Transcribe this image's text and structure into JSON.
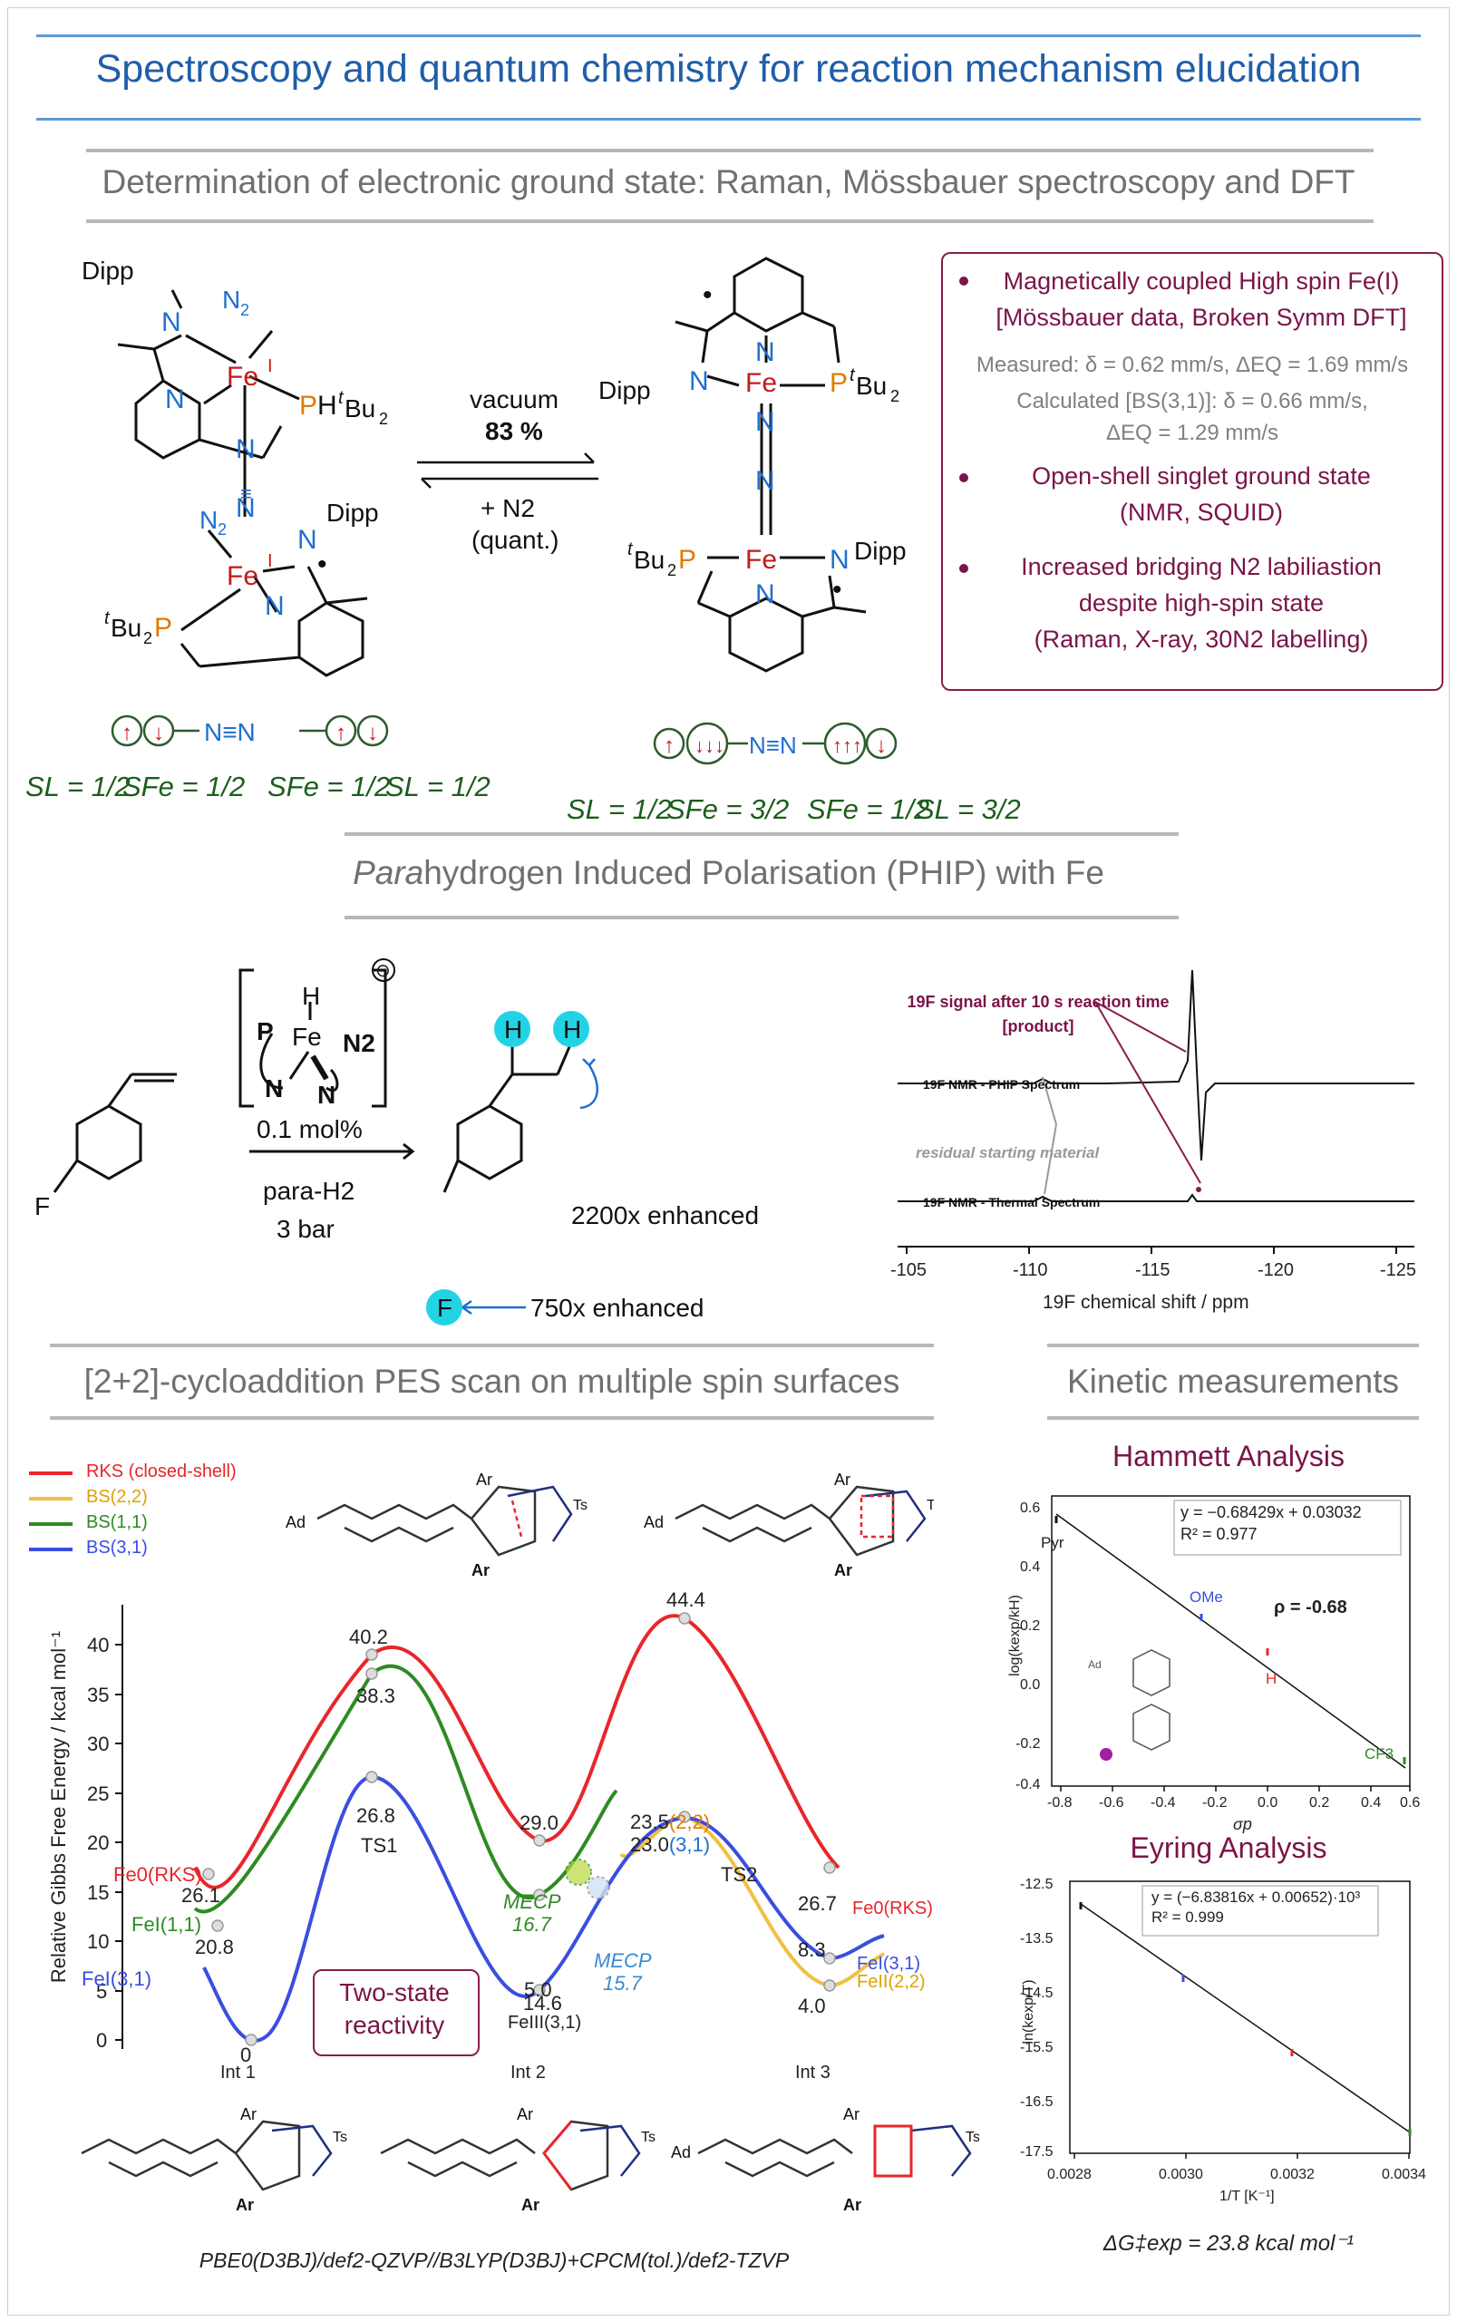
{
  "title": "Spectroscopy and quantum chemistry for reaction mechanism elucidation",
  "section1": {
    "heading": "Determination of electronic ground state: Raman, Mössbauer spectroscopy and DFT",
    "dimer_left": {
      "atoms": [
        "Dipp",
        "N",
        "N2",
        "Fe",
        "I",
        "N",
        "PH",
        "t",
        "Bu2",
        "N",
        "N",
        "N2",
        "Dipp",
        "N",
        "Fe",
        "I",
        "tBu2P",
        "N"
      ],
      "spin_labels": [
        "SL = 1/2",
        "SFe = 1/2",
        "SFe = 1/2",
        "SL = 1/2"
      ]
    },
    "arrow_top": "vacuum",
    "arrow_yield": "83 %",
    "arrow_bottom_1": "+ N2",
    "arrow_bottom_2": "(quant.)",
    "dimer_right": {
      "atoms": [
        "Dipp",
        "N",
        "Fe",
        "PtBu2",
        "N",
        "N",
        "tBu2P",
        "Fe",
        "N",
        "Dipp",
        "N",
        "N"
      ],
      "spin_labels": [
        "SL = 1/2",
        "SFe = 3/2",
        "SFe = 1/2",
        "SL = 3/2"
      ]
    },
    "box": {
      "bullet1_line1": "Magnetically coupled High spin Fe(I)",
      "bullet1_line2": "[Mössbauer data, Broken Symm DFT]",
      "measured": "Measured: δ = 0.62 mm/s, ΔEQ = 1.69 mm/s",
      "calculated_1": "Calculated [BS(3,1)]: δ = 0.66 mm/s,",
      "calculated_2": "ΔEQ = 1.29 mm/s",
      "bullet2_line1": "Open-shell singlet ground state",
      "bullet2_line2": "(NMR, SQUID)",
      "bullet3_line1": "Increased bridging N2 labiliastion",
      "bullet3_line2": "despite high-spin state",
      "bullet3_line3": "(Raman, X-ray, 30N2 labelling)"
    }
  },
  "section2": {
    "heading_italic": "Para",
    "heading_rest": "hydrogen Induced Polarisation (PHIP) with Fe",
    "catalyst_atoms": [
      "H",
      "P",
      "Fe",
      "N2",
      "N",
      "N"
    ],
    "charge": "⊖",
    "substrate_F": "F",
    "loading": "0.1 mol%",
    "cond1": "para-H2",
    "cond2": "3 bar",
    "product_H1": "H",
    "product_H2": "H",
    "product_F": "F",
    "enh1": "2200x enhanced",
    "enh2": "750x enhanced",
    "nmr": {
      "annotation1": "19F signal after 10 s reaction time",
      "annotation2": "[product]",
      "trace1": "19F NMR - PHIP Spectrum",
      "residual": "residual starting material",
      "trace2": "19F NMR - Thermal Spectrum",
      "ticks": [
        "-105",
        "-110",
        "-115",
        "-120",
        "-125"
      ],
      "xlabel": "19F chemical shift / ppm"
    }
  },
  "section3": {
    "heading": "[2+2]-cycloaddition PES scan on multiple spin surfaces",
    "legend": [
      "RKS (closed-shell)",
      "BS(2,2)",
      "BS(1,1)",
      "BS(3,1)"
    ],
    "legend_colors": [
      "#e8262b",
      "#f0c040",
      "#2e8b22",
      "#3a4ee0"
    ],
    "ylabel": "Relative Gibbs Free Energy / kcal mol⁻¹",
    "yticks": [
      "0",
      "5",
      "10",
      "15",
      "20",
      "25",
      "30",
      "35",
      "40"
    ],
    "values": {
      "v401": "40.2",
      "v383": "38.3",
      "v290": "29.0",
      "v444": "44.4",
      "v261": "26.1",
      "v208": "20.8",
      "v268": "26.8",
      "v235": "23.5",
      "v235b": "(2,2)",
      "v230": "23.0",
      "v230b": "(3,1)",
      "v267": "26.7",
      "v146": "14.6",
      "v83": "8.3",
      "v40": "4.0",
      "v50": "5.0",
      "v0": "0"
    },
    "labels": {
      "fe0_left": "Fe0(RKS)",
      "fe1_11": "FeI(1,1)",
      "fe1_31": "FeI(3,1)",
      "ts1": "TS1",
      "ts2": "TS2",
      "mecp1a": "MECP",
      "mecp1b": "16.7",
      "mecp2a": "MECP",
      "mecp2b": "15.7",
      "fe3": "FeIII(3,1)",
      "fe0_right": "Fe0(RKS)",
      "fe1_right": "FeI(3,1)",
      "fe2_right": "FeII(2,2)",
      "int1": "Int 1",
      "int2": "Int 2",
      "int3": "Int 3",
      "two_state_1": "Two-state",
      "two_state_2": "reactivity"
    },
    "method": "PBE0(D3BJ)/def2-QZVP//B3LYP(D3BJ)+CPCM(tol.)/def2-TZVP"
  },
  "section4": {
    "heading": "Kinetic measurements",
    "hammett": {
      "title": "Hammett Analysis",
      "eq": "y = −0.68429x + 0.03032",
      "r2": "R² = 0.977",
      "rho": "ρ = -0.68",
      "xlabel": "σp",
      "ylabel": "log(kexp/kH)",
      "xticks": [
        "-0.8",
        "-0.6",
        "-0.4",
        "-0.2",
        "0.0",
        "0.2",
        "0.4",
        "0.6"
      ],
      "yticks": [
        "0.6",
        "0.4",
        "0.2",
        "0.0",
        "-0.2",
        "-0.4"
      ],
      "pts": [
        "Pyr",
        "OMe",
        "H",
        "CF3"
      ]
    },
    "eyring": {
      "title": "Eyring Analysis",
      "eq": "y = (−6.83816x + 0.00652)·10³",
      "r2": "R² = 0.999",
      "xlabel": "1/T [K⁻¹]",
      "ylabel": "ln(kexp/T)",
      "xticks": [
        "0.0028",
        "0.0030",
        "0.0032",
        "0.0034"
      ],
      "yticks": [
        "-12.5",
        "-13.5",
        "-14.5",
        "-15.5",
        "-16.5",
        "-17.5"
      ],
      "dg": "ΔG‡exp = 23.8 kcal mol⁻¹"
    }
  }
}
